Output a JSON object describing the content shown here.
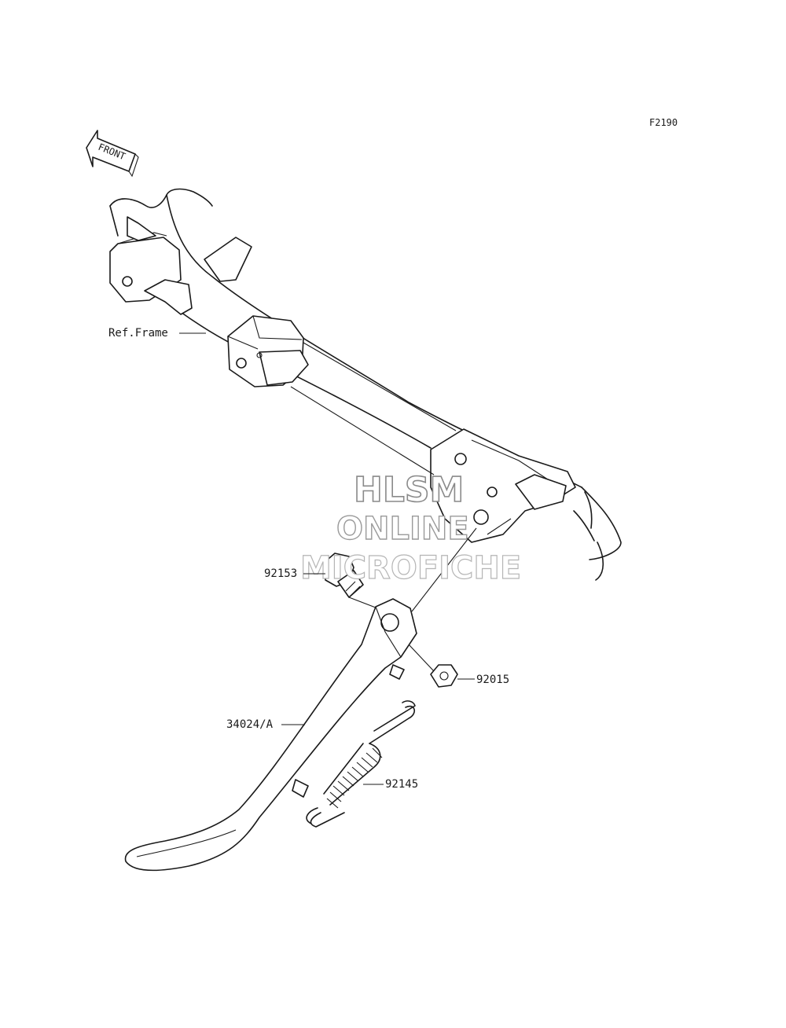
{
  "figure_code": "F2190",
  "front_arrow_label": "FRONT",
  "reference_label": "Ref.Frame",
  "watermark": {
    "line1": "HLSM",
    "line2": "ONLINE",
    "line3": "MICROFICHE"
  },
  "callouts": [
    {
      "part_number": "92153"
    },
    {
      "part_number": "92015"
    },
    {
      "part_number": "34024/A"
    },
    {
      "part_number": "92145"
    }
  ],
  "colors": {
    "line": "#1a1a1a",
    "background": "#ffffff",
    "watermark_outline": "#8a8a8a"
  }
}
